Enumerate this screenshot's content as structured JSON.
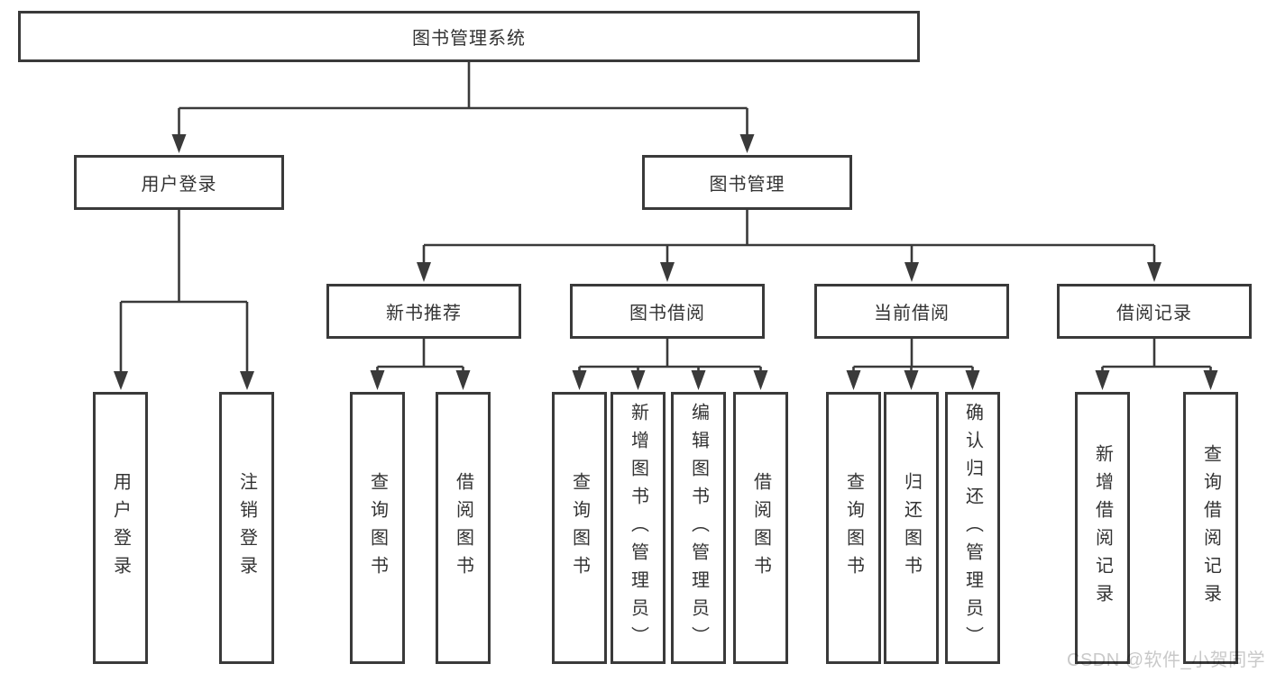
{
  "tree": {
    "root": {
      "label": "图书管理系统",
      "children": [
        {
          "label": "用户登录",
          "children": [
            {
              "label": "用户登录"
            },
            {
              "label": "注销登录"
            }
          ]
        },
        {
          "label": "图书管理",
          "children": [
            {
              "label": "新书推荐",
              "children": [
                {
                  "label": "查询图书"
                },
                {
                  "label": "借阅图书"
                }
              ]
            },
            {
              "label": "图书借阅",
              "children": [
                {
                  "label": "查询图书"
                },
                {
                  "label": "新增图书（管理员）"
                },
                {
                  "label": "编辑图书（管理员）"
                },
                {
                  "label": "借阅图书"
                }
              ]
            },
            {
              "label": "当前借阅",
              "children": [
                {
                  "label": "查询图书"
                },
                {
                  "label": "归还图书"
                },
                {
                  "label": "确认归还（管理员）"
                }
              ]
            },
            {
              "label": "借阅记录",
              "children": [
                {
                  "label": "新增借阅记录"
                },
                {
                  "label": "查询借阅记录"
                }
              ]
            }
          ]
        }
      ]
    }
  },
  "watermark": {
    "text": "CSDN @软件_小贺同学",
    "color": "#c9c9c9"
  },
  "colors": {
    "line": "#3a3a3a",
    "text": "#333333",
    "background": "#ffffff"
  }
}
